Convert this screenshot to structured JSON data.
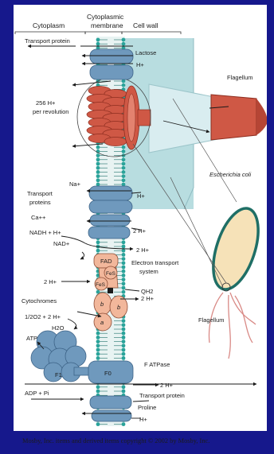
{
  "header": {
    "cytoplasm": "Cytoplasm",
    "membrane_line1": "Cytoplasmic",
    "membrane_line2": "membrane",
    "cell_wall": "Cell wall"
  },
  "labels": {
    "transport_protein_top": "Transport protein",
    "lactose": "Lactose",
    "h_top": "H+",
    "flagellum_main": "Flagellum",
    "h256": "256 H+",
    "per_revolution": "per revolution",
    "e_coli": "Escherichia coli",
    "na": "Na+",
    "h_na": "H+",
    "transport_proteins_line1": "Transport",
    "transport_proteins_line2": "proteins",
    "ca": "Ca++",
    "h2_ca": "2 H+",
    "nadh": "NADH + H+",
    "nad": "NAD+",
    "h2_nadh": "2 H+",
    "fad": "FAD",
    "fes_a": "FeS",
    "fes_b": "FeS",
    "electron_transport_line1": "Electron transport",
    "electron_transport_line2": "system",
    "h2_left": "2 H+",
    "qh2": "QH2",
    "h2_right": "2 H+",
    "cytochromes": "Cytochromes",
    "oxygen_eq": "1/2O2 + 2 H+",
    "h2o": "H2O",
    "cyt_b1": "b",
    "cyt_b2": "b",
    "cyt_a": "a",
    "flagellum_small": "Flagellum",
    "atp": "ATP",
    "f1": "F1",
    "f0": "F0",
    "f_atpase": "F ATPase",
    "h2_atpase": "2 H+",
    "transport_protein_bottom": "Transport protein",
    "adp": "ADP + Pi",
    "proline": "Proline",
    "h_bottom": "H+"
  },
  "footer": {
    "credit": "Mosby, Inc. items and derived items copyright © 2002 by Mosby, Inc."
  },
  "colors": {
    "background": "#16188c",
    "membrane_heads": "#2aa39a",
    "membrane_tails": "#1d6f69",
    "protein": "#6f99bd",
    "protein_edge": "#3d6387",
    "motor": "#cf5845",
    "motor_edge": "#8e2e20",
    "enzyme": "#f2b79b",
    "enzyme_edge": "#8f4d36",
    "cell_wall": "#b8dde0",
    "cell_fill": "#f6e2b8",
    "cell_edge": "#1f6f66",
    "flagellum_thin": "#d98a86",
    "atpase": "#6f99bd"
  }
}
